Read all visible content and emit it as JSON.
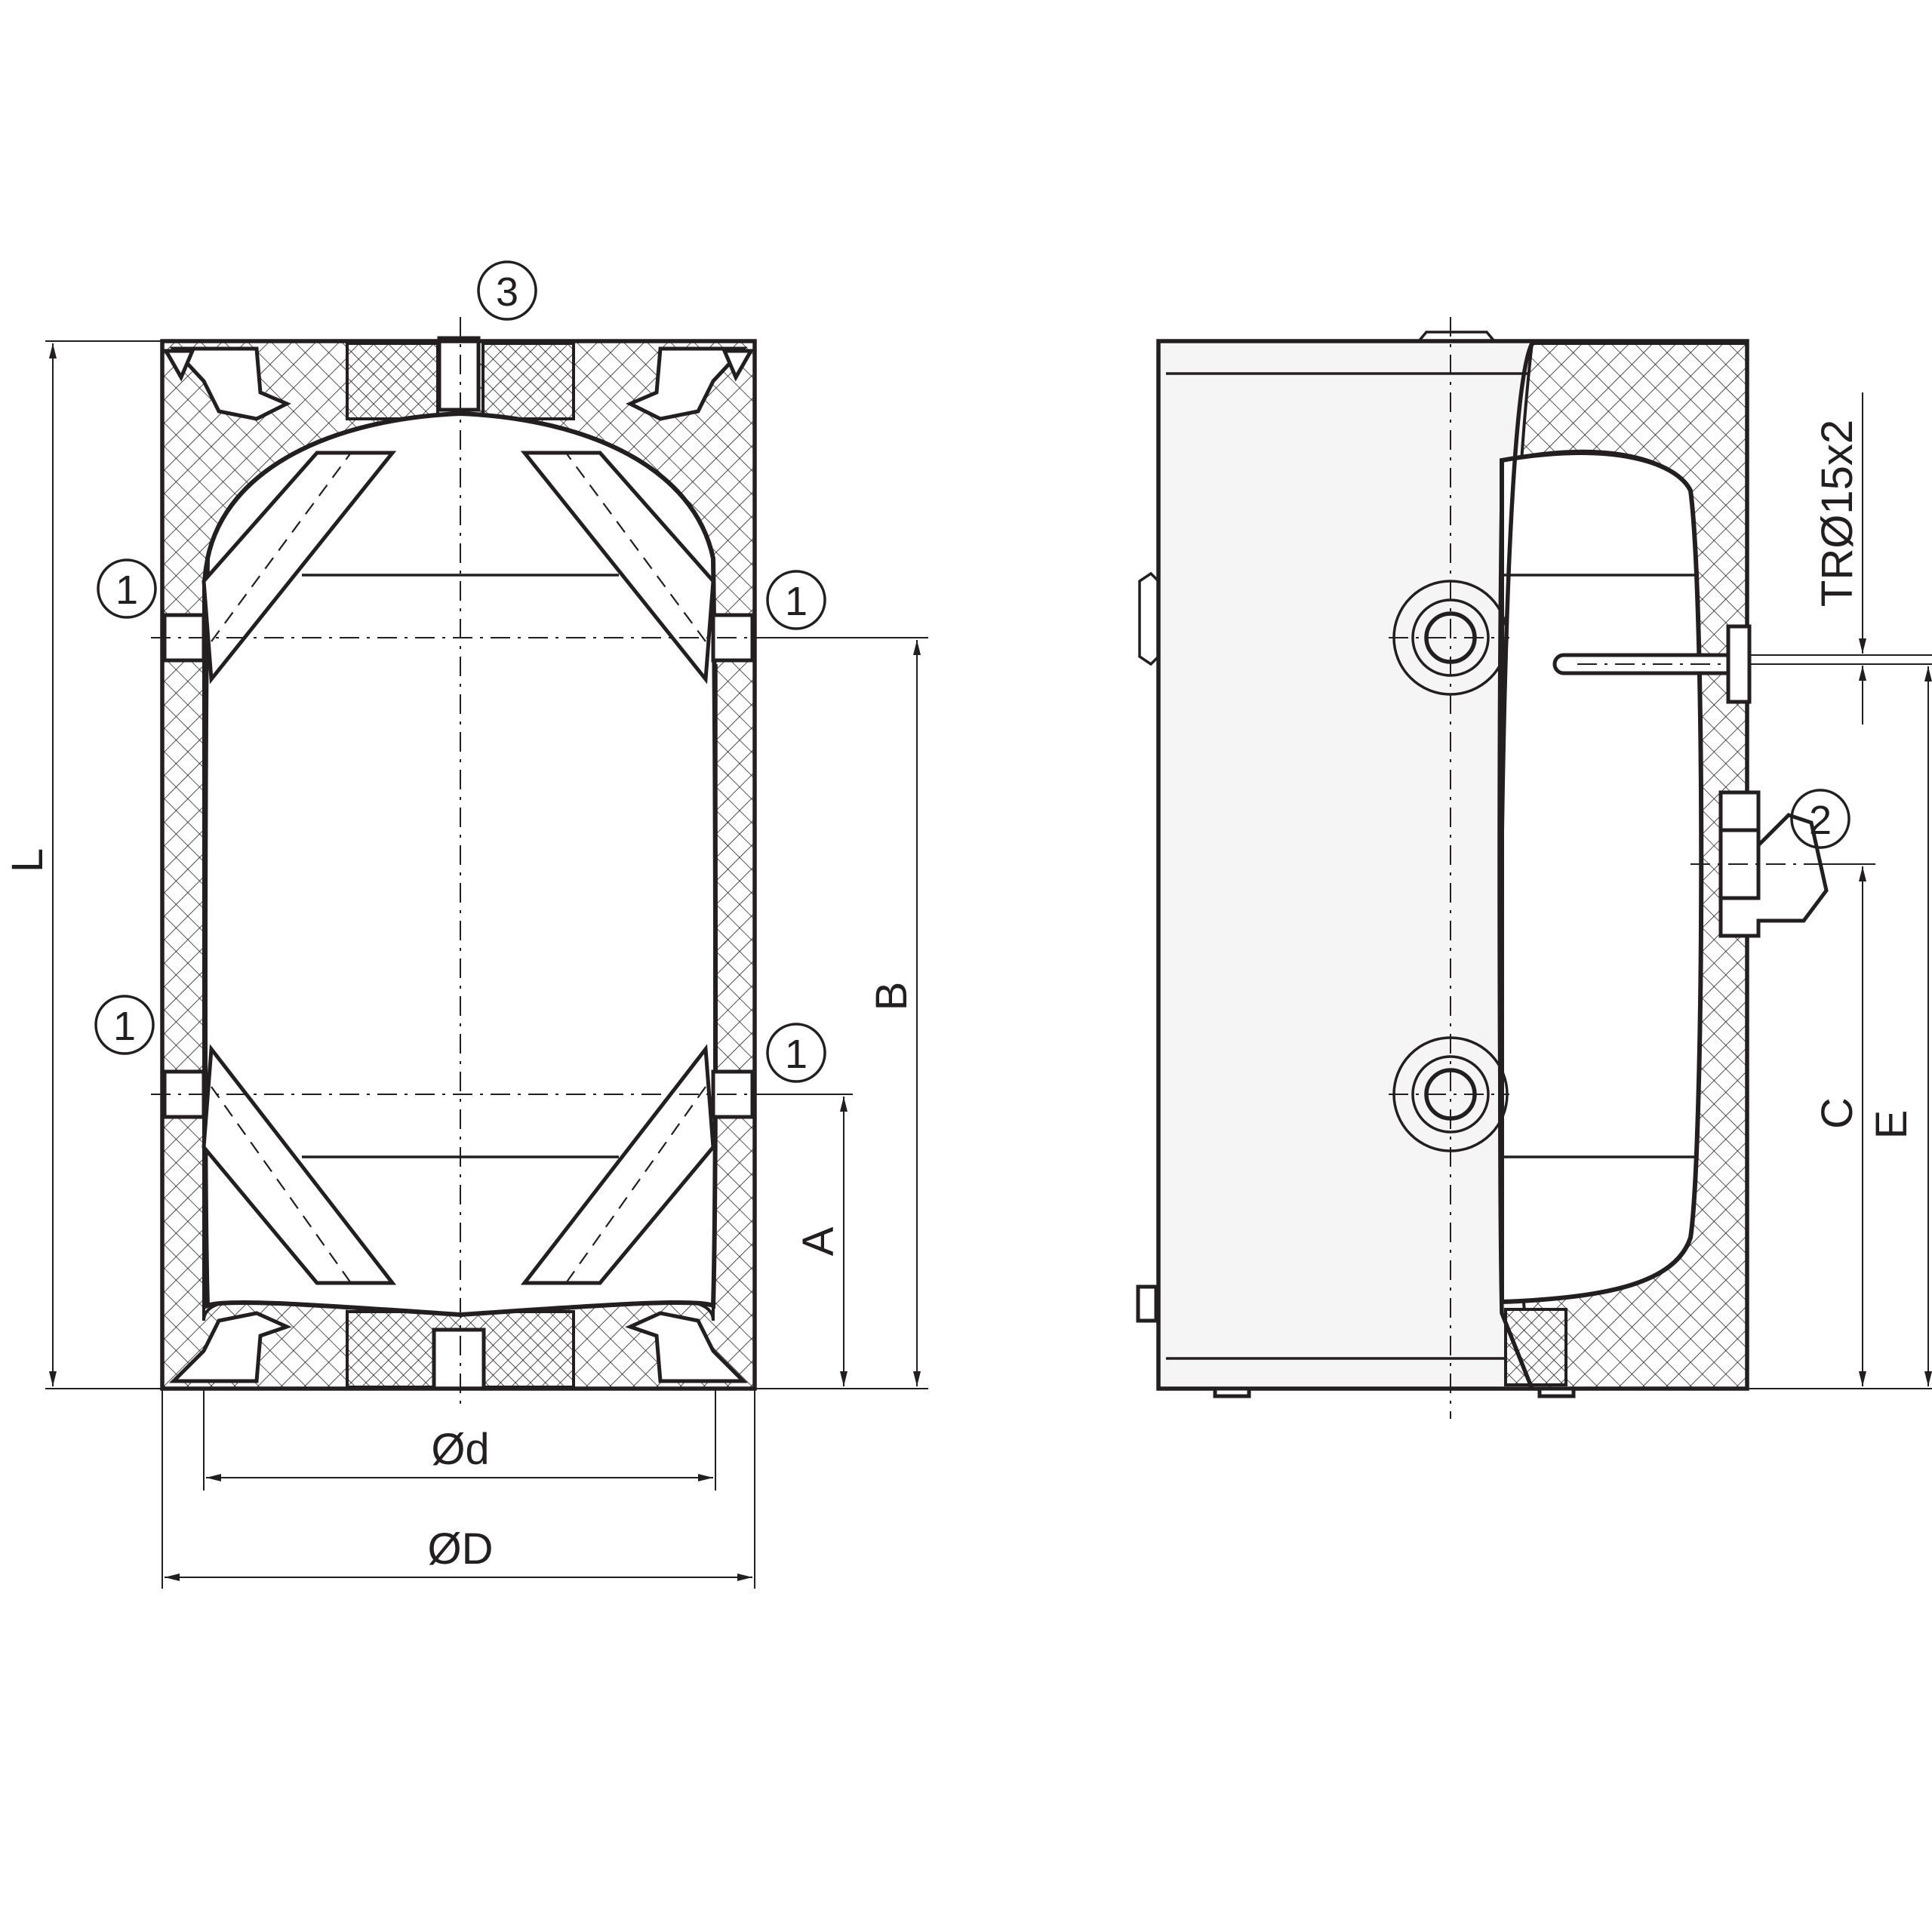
{
  "diagram": {
    "front_view": {
      "dimensions": {
        "L": "L",
        "A": "A",
        "B": "B",
        "inner_diameter": "Ød",
        "outer_diameter": "ØD"
      },
      "callouts": {
        "top_fitting": "3",
        "upper_left": "1",
        "upper_right": "1",
        "lower_left": "1",
        "lower_right": "1"
      }
    },
    "side_view": {
      "dimensions": {
        "C": "C",
        "E": "E",
        "sensor_pipe": "TRØ15x2"
      },
      "callouts": {
        "side_fitting": "2"
      }
    },
    "colors": {
      "line": "#231f20",
      "background": "#ffffff"
    }
  }
}
